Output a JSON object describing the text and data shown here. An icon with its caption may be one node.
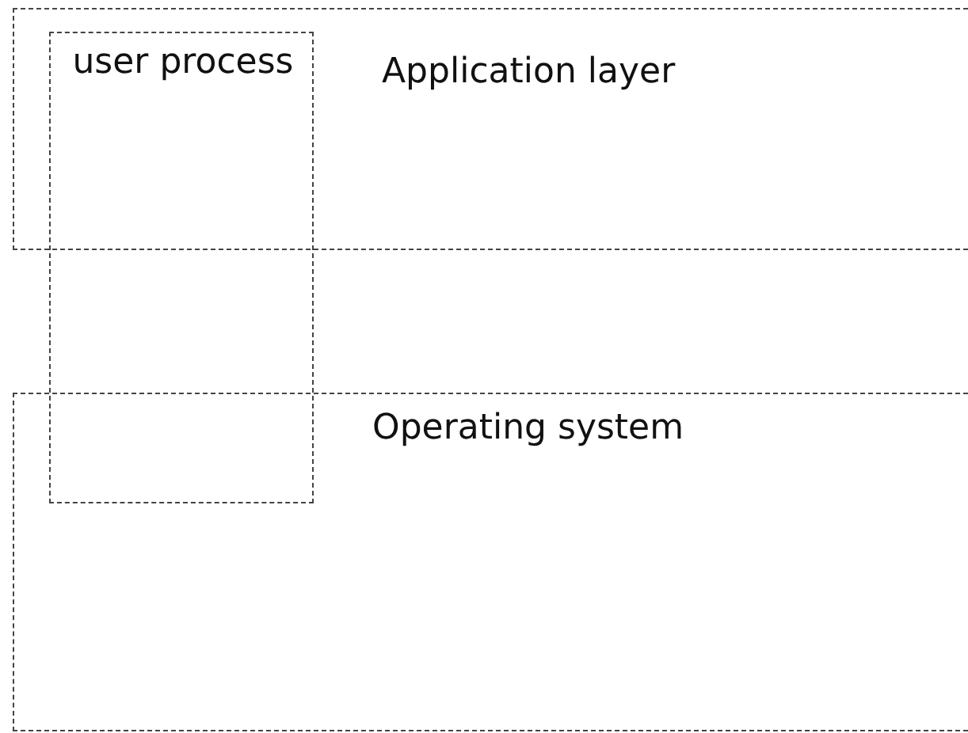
{
  "diagram": {
    "nodes": [
      {
        "text": [
          "Application layer"
        ]
      },
      {
        "text": [
          "user process"
        ]
      },
      {
        "text": [
          "Operating system"
        ]
      }
    ]
  }
}
